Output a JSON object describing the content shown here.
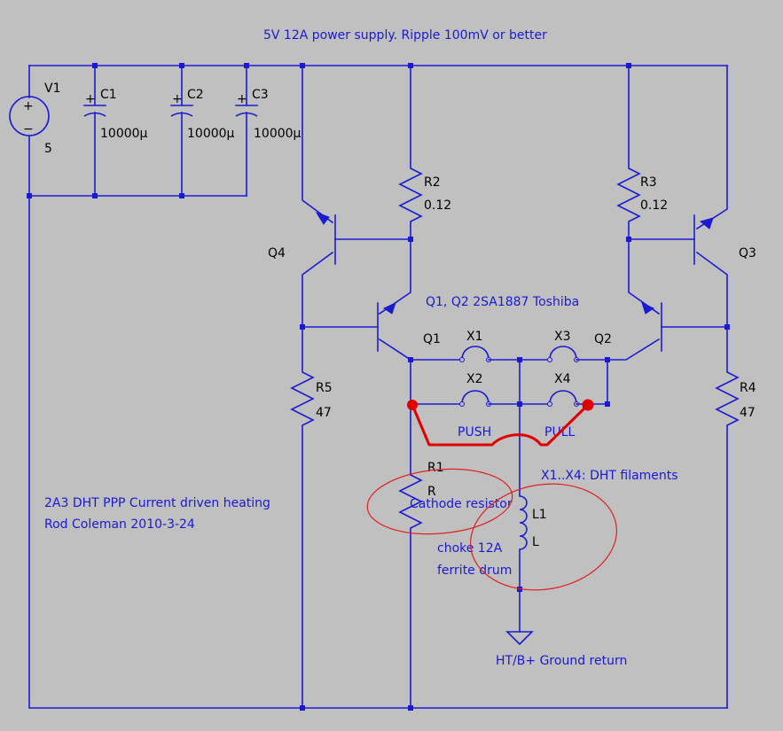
{
  "title": "5V 12A power supply. Ripple 100mV or better",
  "components": {
    "V1": {
      "ref": "V1",
      "value": "5"
    },
    "C1": {
      "ref": "C1",
      "value": "10000μ"
    },
    "C2": {
      "ref": "C2",
      "value": "10000μ"
    },
    "C3": {
      "ref": "C3",
      "value": "10000μ"
    },
    "R2": {
      "ref": "R2",
      "value": "0.12"
    },
    "R3": {
      "ref": "R3",
      "value": "0.12"
    },
    "R4": {
      "ref": "R4",
      "value": "47"
    },
    "R5": {
      "ref": "R5",
      "value": "47"
    },
    "R1": {
      "ref": "R1",
      "value": "R"
    },
    "L1": {
      "ref": "L1",
      "value": "L"
    },
    "Q1": {
      "ref": "Q1"
    },
    "Q2": {
      "ref": "Q2"
    },
    "Q3": {
      "ref": "Q3"
    },
    "Q4": {
      "ref": "Q4"
    },
    "X1": {
      "ref": "X1"
    },
    "X2": {
      "ref": "X2"
    },
    "X3": {
      "ref": "X3"
    },
    "X4": {
      "ref": "X4"
    }
  },
  "notes": {
    "transistors": "Q1, Q2 2SA1887 Toshiba",
    "filaments": "X1..X4: DHT filaments",
    "push": "PUSH",
    "pull": "PULL",
    "cathode": "Cathode resistor",
    "choke_line1": "choke 12A",
    "choke_line2": "ferrite drum",
    "ground": "HT/B+ Ground return",
    "author_line1": "2A3 DHT PPP Current driven heating",
    "author_line2": "Rod Coleman 2010-3-24"
  },
  "symbols": {
    "plus": "+",
    "minus": "−"
  },
  "colors": {
    "background": "#c0c0c0",
    "wire": "#1a1ad2",
    "annotation": "#e00000"
  }
}
